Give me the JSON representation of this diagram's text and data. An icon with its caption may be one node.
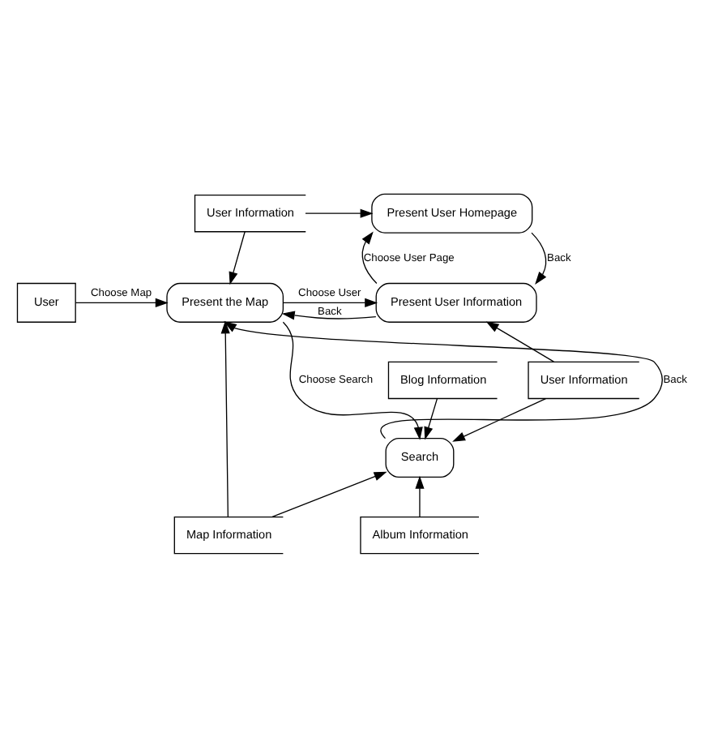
{
  "diagram": {
    "nodes": [
      {
        "text": [
          "User"
        ]
      },
      {
        "text": [
          "Present the Map"
        ]
      },
      {
        "text": [
          "Present User Homepage"
        ]
      },
      {
        "text": [
          "User Information"
        ]
      },
      {
        "text": [
          "Present User Information"
        ]
      },
      {
        "text": [
          "Blog Information"
        ]
      },
      {
        "text": [
          "User Information"
        ]
      },
      {
        "text": [
          "Search"
        ]
      },
      {
        "text": [
          "Map Information"
        ]
      },
      {
        "text": [
          "Album Information"
        ]
      }
    ],
    "edges": [
      {
        "from": 0,
        "to": 1,
        "arrow": "to",
        "label": "Choose Map"
      },
      {
        "from": 3,
        "to": 2,
        "arrow": "to"
      },
      {
        "from": 3,
        "to": 1,
        "arrow": "to"
      },
      {
        "from": 1,
        "to": 4,
        "arrow": "to",
        "label": "Choose User"
      },
      {
        "from": 4,
        "to": 1,
        "arrow": "to",
        "label": "Back"
      },
      {
        "from": 4,
        "to": 2,
        "arrow": "to",
        "label": "Choose User Page"
      },
      {
        "from": 2,
        "to": 4,
        "arrow": "to",
        "label": "Back"
      },
      {
        "from": 6,
        "to": 4,
        "arrow": "to"
      },
      {
        "from": 6,
        "to": 7,
        "arrow": "to"
      },
      {
        "from": 5,
        "to": 7,
        "arrow": "to"
      },
      {
        "from": 7,
        "to": 1,
        "arrow": "to",
        "label": "Back"
      },
      {
        "from": 1,
        "to": 7,
        "arrow": "to",
        "label": "Choose Search"
      },
      {
        "from": 8,
        "to": 1,
        "arrow": "to"
      },
      {
        "from": 8,
        "to": 7,
        "arrow": "to"
      },
      {
        "from": 9,
        "to": 7,
        "arrow": "to"
      }
    ]
  }
}
